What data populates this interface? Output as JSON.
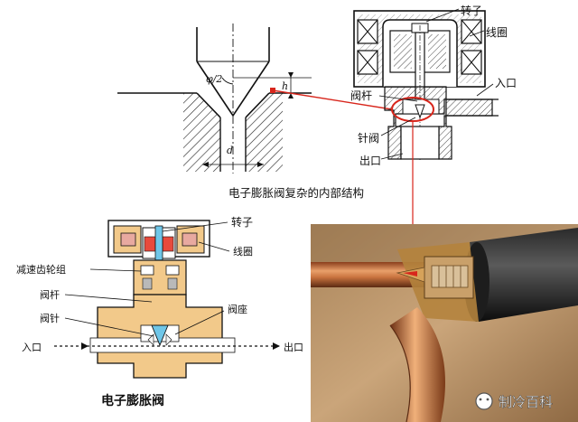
{
  "caption_top": "电子膨胀阀复杂的内部结构",
  "caption_bottom": "电子膨胀阀",
  "top_diagram": {
    "labels": {
      "rotor": "转子",
      "coil": "线圈",
      "valve_stem": "阀杆",
      "inlet": "入口",
      "needle": "针阀",
      "outlet": "出口"
    },
    "dims": {
      "angle": "φ/2",
      "height": "h",
      "diameter": "d"
    }
  },
  "bottom_diagram": {
    "labels": {
      "rotor": "转子",
      "coil": "线圈",
      "gear": "减速齿轮组",
      "stem": "阀杆",
      "needle": "阀针",
      "seat": "阀座",
      "inlet": "入口",
      "outlet": "出口"
    }
  },
  "watermark": "制冷百科",
  "colors": {
    "accent_line": "#d8261c",
    "body_fill": "#f2c98a",
    "stem_fill": "#6fc6e8",
    "coil_fill": "#e8a9a0"
  }
}
